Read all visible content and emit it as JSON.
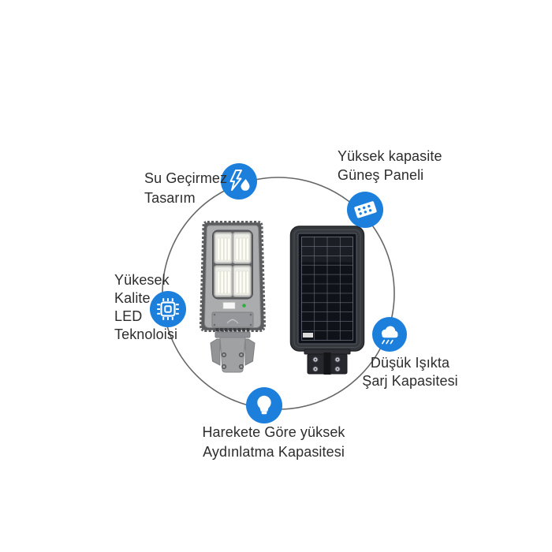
{
  "colors": {
    "background": "#ffffff",
    "accent_blue": "#1c7fdb",
    "ring_gray": "#666666",
    "text_dark": "#2d2d2d",
    "indicator_green": "#2fae3d"
  },
  "features": {
    "waterproof": {
      "icon": "waterproof-icon",
      "lines": [
        "Su Geçirmez",
        "Tasarım"
      ]
    },
    "solar_panel": {
      "icon": "solar-panel-icon",
      "lines": [
        "Yüksek kapasite",
        "Güneş Paneli"
      ]
    },
    "led_quality": {
      "icon": "led-chip-icon",
      "lines": [
        "Yükesek",
        "Kalite",
        "LED",
        "Teknoloisi"
      ]
    },
    "low_light_charge": {
      "icon": "rain-cloud-icon",
      "lines": [
        "Düşük Işıkta",
        "Şarj Kapasitesi"
      ]
    },
    "motion_brightness": {
      "icon": "light-bulb-icon",
      "lines": [
        "Harekete Göre yüksek",
        "Aydınlatma Kapasitesi"
      ]
    }
  }
}
